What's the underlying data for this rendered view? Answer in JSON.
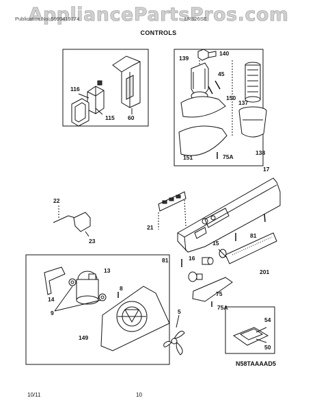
{
  "watermark": "AppliancePartsPros.com",
  "header": {
    "left": "Publication No. 5995419774",
    "right": "LRS26SE"
  },
  "title": "CONTROLS",
  "callouts": {
    "c116": "116",
    "c115": "115",
    "c60": "60",
    "c139": "139",
    "c140": "140",
    "c45": "45",
    "c150": "150",
    "c137": "137",
    "c138": "138",
    "c151": "151",
    "c75a_top": "75A",
    "c17": "17",
    "c21": "21",
    "c22": "22",
    "c23": "23",
    "c81a": "81",
    "c81b": "81",
    "c15": "15",
    "c16": "16",
    "c201": "201",
    "c13": "13",
    "c8": "8",
    "c14": "14",
    "c9": "9",
    "c5": "5",
    "c149": "149",
    "c75": "75",
    "c75a_bot": "75A",
    "c54": "54",
    "c50": "50"
  },
  "reference_code": "N58TAAAAD5",
  "footer": {
    "date": "10/11",
    "page": "10"
  }
}
